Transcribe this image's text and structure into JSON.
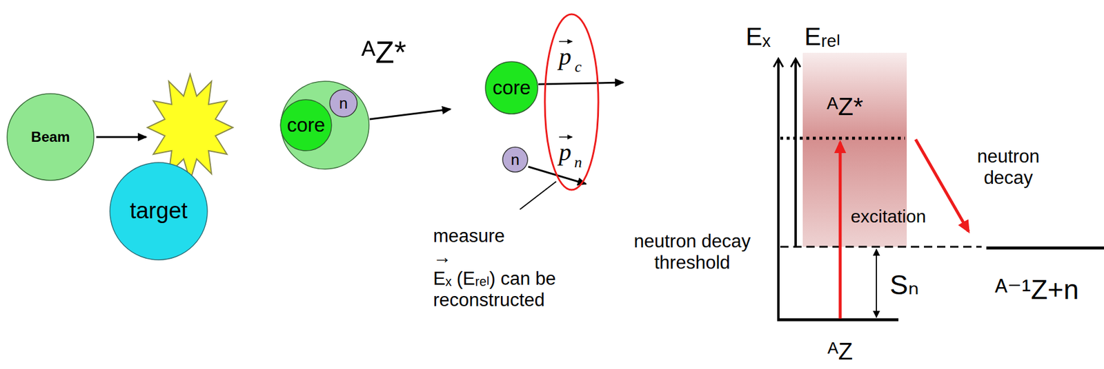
{
  "diagram": {
    "nodes": [
      {
        "text": [
          "Beam"
        ]
      },
      {
        "text": [
          "target"
        ]
      },
      {
        "text": [
          "ᴬZ*"
        ]
      },
      {
        "text": [
          "core"
        ],
        "in": 2
      },
      {
        "text": [
          "n"
        ],
        "in": 2
      },
      {
        "text": [
          "core"
        ]
      },
      {
        "text": [
          "n"
        ]
      }
    ],
    "labels": [
      "p",
      "c",
      "p",
      "n",
      "measure",
      "→",
      "Eₓ (Eᵣₑₗ) can be reconstructed",
      "Eₓ",
      "Eᵣₑₗ",
      "ᴬZ*",
      "excitation",
      "neutron decay threshold",
      "neutron decay",
      "Sₙ",
      "ᴬ⁻¹Z+n",
      "ᴬZ"
    ]
  }
}
